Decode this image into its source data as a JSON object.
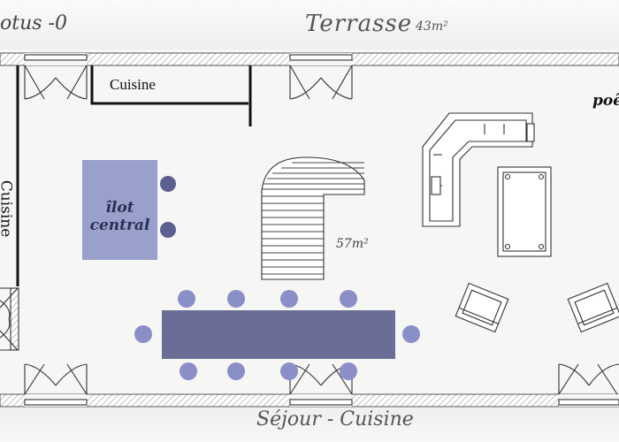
{
  "header": {
    "logo_text": "otus -0",
    "terrasse_label": "Terrasse",
    "terrasse_area": "43m²"
  },
  "rooms": {
    "cuisine_label": "Cuisine",
    "poele_label": "poêle",
    "side_label": "Cuisine",
    "ilot_line1": "îlot",
    "ilot_line2": "central",
    "main_area": "57m²"
  },
  "footer": {
    "title": "Séjour - Cuisine"
  },
  "colors": {
    "wall_hatch": "#9a9a9a",
    "ilot": "#9aa0cc",
    "table": "#6a6e96",
    "chairs": "#8a8fc8",
    "ilot_stools": "#5c6090"
  }
}
